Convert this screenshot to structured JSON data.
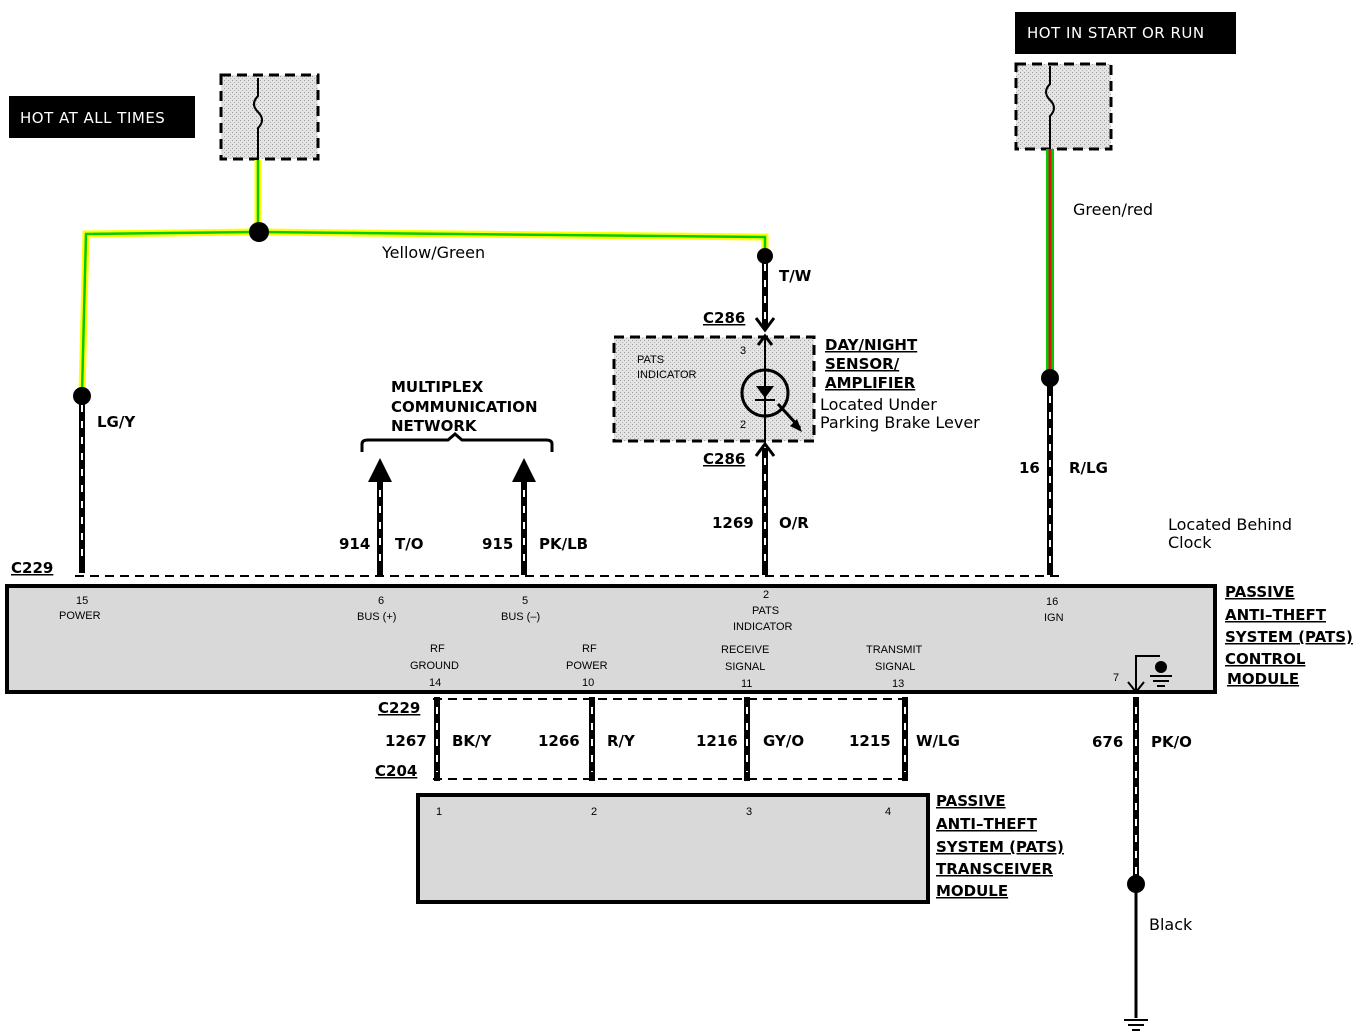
{
  "banners": {
    "hot_all_times": "HOT AT ALL TIMES",
    "hot_start_run": "HOT IN START OR RUN"
  },
  "wire_colors": {
    "yellow_green": "Yellow/Green",
    "green_red": "Green/red",
    "black": "Black"
  },
  "colors": {
    "yellow": "#ffff00",
    "green": "#00cc00",
    "red": "#e01010",
    "black": "#000000",
    "module_fill": "#d9d9d9"
  },
  "connectors": {
    "c229_top": "C229",
    "c286_top": "C286",
    "c286_bottom": "C286",
    "c229_bottom": "C229",
    "c204": "C204"
  },
  "wires": {
    "lg_y": "LG/Y",
    "tw": "T/W",
    "c914_num": "914",
    "c914_color": "T/O",
    "c915_num": "915",
    "c915_color": "PK/LB",
    "c1269_num": "1269",
    "c1269_color": "O/R",
    "c16_num": "16",
    "c16_color": "R/LG",
    "c1267_num": "1267",
    "c1267_color": "BK/Y",
    "c1266_num": "1266",
    "c1266_color": "R/Y",
    "c1216_num": "1216",
    "c1216_color": "GY/O",
    "c1215_num": "1215",
    "c1215_color": "W/LG",
    "c676_num": "676",
    "c676_color": "PK/O"
  },
  "multiplex": {
    "line1": "MULTIPLEX",
    "line2": "COMMUNICATION",
    "line3": "NETWORK"
  },
  "sensor": {
    "title1": "DAY/NIGHT",
    "title2": "SENSOR/",
    "title3": "AMPLIFIER",
    "location1": "Located Under",
    "location2": "Parking Brake Lever",
    "box_label1": "PATS",
    "box_label2": "INDICATOR",
    "pin_top": "3",
    "pin_bottom": "2"
  },
  "control_module": {
    "title1": "PASSIVE",
    "title2": "ANTI–THEFT",
    "title3": "SYSTEM (PATS)",
    "title4": "CONTROL",
    "title5": "MODULE",
    "location1": "Located Behind",
    "location2": "Clock",
    "pins": {
      "p15_num": "15",
      "p15_name": "POWER",
      "p6_num": "6",
      "p6_name": "BUS (+)",
      "p5_num": "5",
      "p5_name": "BUS (–)",
      "p2_num": "2",
      "p2_name1": "PATS",
      "p2_name2": "INDICATOR",
      "p16_num": "16",
      "p16_name": "IGN",
      "p14_name1": "RF",
      "p14_name2": "GROUND",
      "p14_num": "14",
      "p10_name1": "RF",
      "p10_name2": "POWER",
      "p10_num": "10",
      "p11_name1": "RECEIVE",
      "p11_name2": "SIGNAL",
      "p11_num": "11",
      "p13_name1": "TRANSMIT",
      "p13_name2": "SIGNAL",
      "p13_num": "13",
      "p7_num": "7"
    }
  },
  "transceiver": {
    "title1": "PASSIVE",
    "title2": "ANTI–THEFT",
    "title3": "SYSTEM (PATS)",
    "title4": "TRANSCEIVER",
    "title5": "MODULE",
    "pin1": "1",
    "pin2": "2",
    "pin3": "3",
    "pin4": "4"
  }
}
